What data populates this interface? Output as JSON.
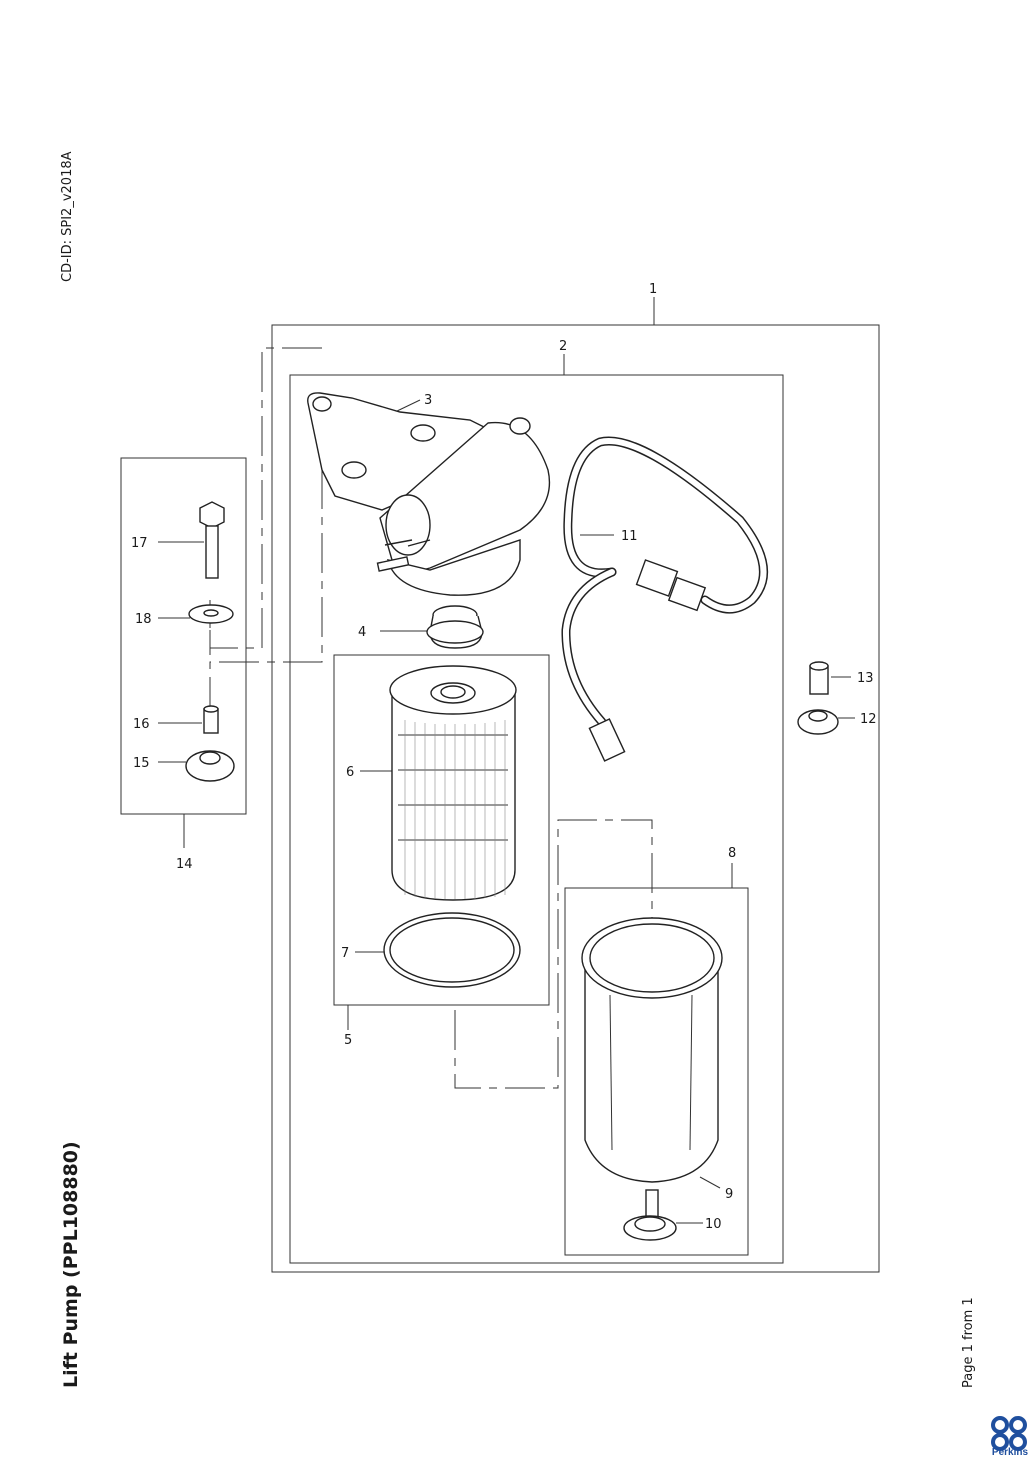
{
  "document": {
    "cd_id": "CD-ID: SPI2_v2018A",
    "title": "Lift Pump (PPL108880)",
    "page": "Page 1 from 1",
    "brand": "Perkins"
  },
  "callouts": [
    "1",
    "2",
    "3",
    "4",
    "5",
    "6",
    "7",
    "8",
    "9",
    "10",
    "11",
    "12",
    "13",
    "14",
    "15",
    "16",
    "17",
    "18"
  ]
}
